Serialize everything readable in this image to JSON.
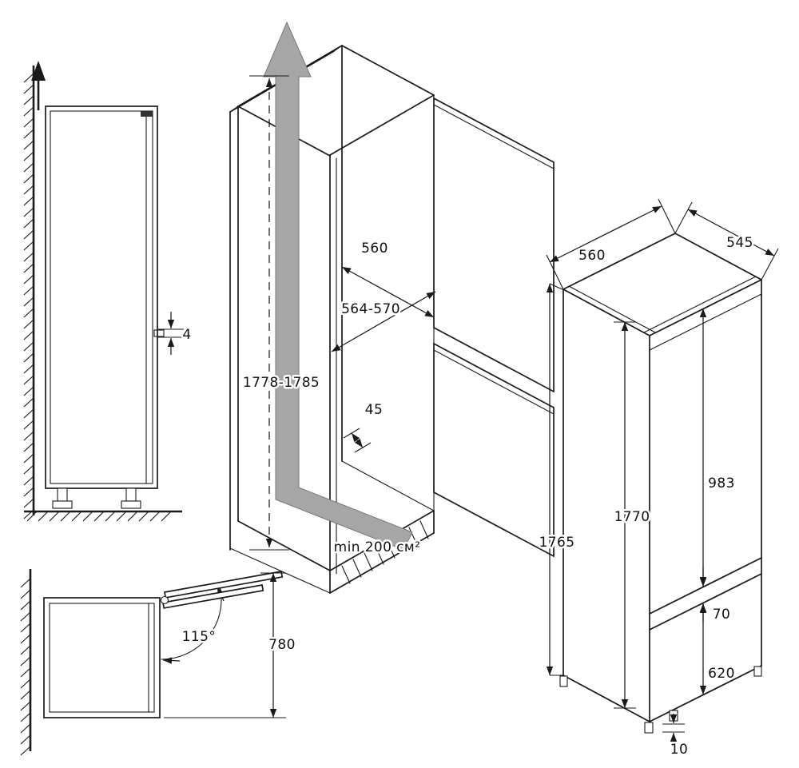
{
  "side_view": {
    "door_gap": "4"
  },
  "niche_view": {
    "width": "560",
    "depth": "564-570",
    "height": "1778-1785",
    "plinth_recess": "45",
    "ventilation": "min 200 см²"
  },
  "appliance_view": {
    "width": "560",
    "depth": "545",
    "height_rear": "1765",
    "height_front": "1770",
    "upper_door_height": "983",
    "door_gap": "70",
    "lower_door_height": "620",
    "base_clearance": "10"
  },
  "top_view": {
    "opening_angle": "115°",
    "depth_with_open_door": "780"
  },
  "colors": {
    "line": "#1a1a1a",
    "airflow": "#a6a6a6",
    "background": "#ffffff"
  }
}
